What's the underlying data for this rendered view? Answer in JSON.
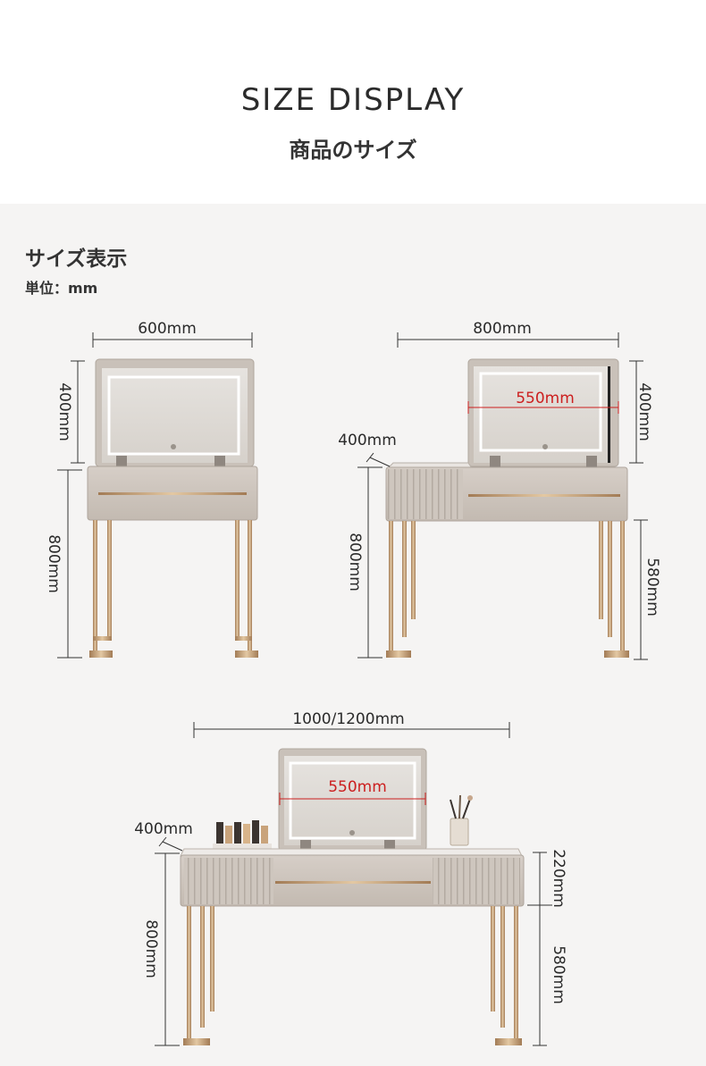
{
  "header": {
    "title_en": "SIZE DISPLAY",
    "title_jp": "商品のサイズ"
  },
  "section": {
    "title": "サイズ表示",
    "unit": "単位：mm"
  },
  "diagram_1": {
    "width": "600mm",
    "mirror_height": "400mm",
    "height": "800mm"
  },
  "diagram_2": {
    "width": "800mm",
    "mirror_width": "550mm",
    "mirror_height": "400mm",
    "depth": "400mm",
    "height": "800mm",
    "leg_height": "580mm"
  },
  "diagram_3": {
    "width": "1000/1200mm",
    "mirror_width": "550mm",
    "depth": "400mm",
    "height": "800mm",
    "top_height": "220mm",
    "leg_height": "580mm"
  },
  "colors": {
    "panel_bg": "#f5f4f3",
    "desk_body": "#cfc7bf",
    "gold": "#b9966f",
    "red_label": "#cc1f1f"
  }
}
